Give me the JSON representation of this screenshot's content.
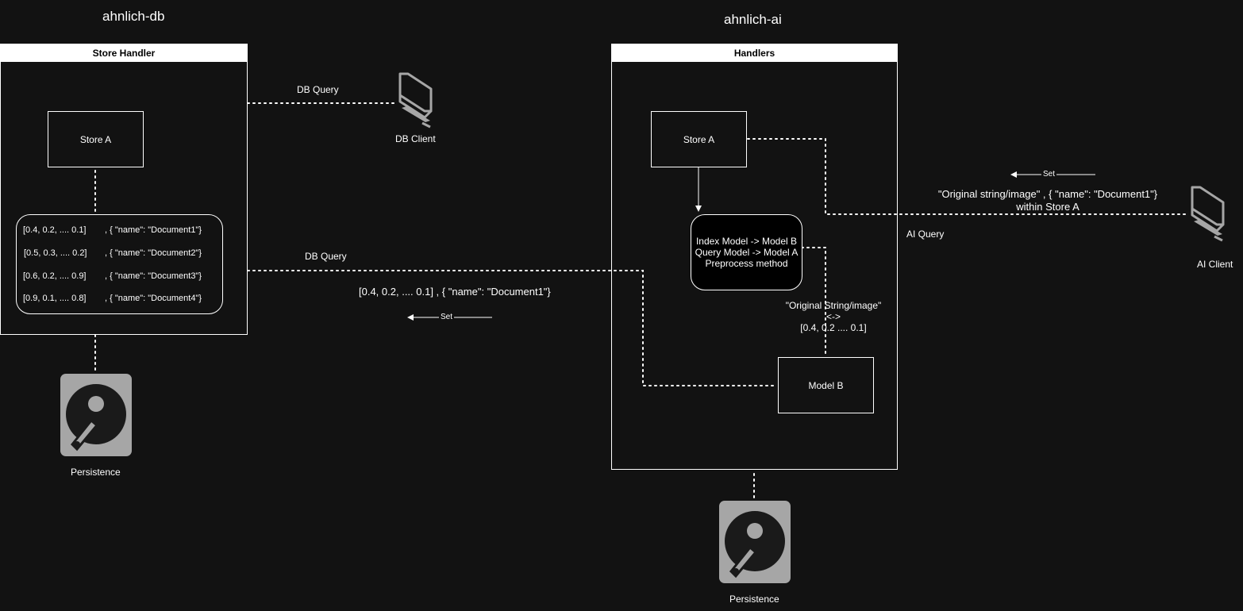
{
  "db": {
    "title": "ahnlich-db",
    "container_label": "Store Handler",
    "store_label": "Store A",
    "rows": [
      {
        "vector": "[0.4, 0.2, .... 0.1]",
        "meta": ",  { \"name\": \"Document1\"}"
      },
      {
        "vector": "[0.5, 0.3, .... 0.2]",
        "meta": ",  { \"name\": \"Document2\"}"
      },
      {
        "vector": "[0.6, 0.2, .... 0.9]",
        "meta": ",  { \"name\": \"Document3\"}"
      },
      {
        "vector": "[0.9, 0.1, .... 0.8]",
        "meta": ",  { \"name\": \"Document4\"}"
      }
    ],
    "persistence_label": "Persistence"
  },
  "ai": {
    "title": "ahnlich-ai",
    "container_label": "Handlers",
    "store_label": "Store A",
    "model_info": [
      "Index Model -> Model B",
      "Query Model -> Model A",
      "Preprocess method"
    ],
    "mapping": [
      "\"Original String/image\"",
      "<->",
      "[0.4, 0.2 .... 0.1]"
    ],
    "model_label": "Model B",
    "persistence_label": "Persistence"
  },
  "clients": {
    "db_client": "DB Client",
    "ai_client": "AI Client"
  },
  "edges": {
    "db_query_top": "DB Query",
    "db_query_mid": "DB Query",
    "db_set_payload": "[0.4, 0.2, .... 0.1] , { \"name\": \"Document1\"}",
    "db_set": "Set",
    "ai_query": "AI Query",
    "ai_set": "Set",
    "ai_set_payload": [
      "\"Original string/image\" , { \"name\": \"Document1\"}",
      "within Store A"
    ]
  },
  "icons": {
    "client": "computer-icon",
    "disk": "hard-disk-icon"
  },
  "colors": {
    "background": "#121212",
    "foreground": "#ffffff",
    "icon": "#a6a6a6"
  }
}
